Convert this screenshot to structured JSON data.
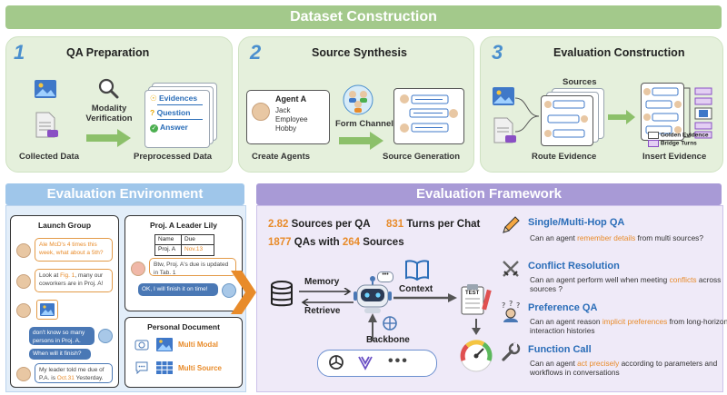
{
  "header": {
    "title": "Dataset Construction"
  },
  "qa_prep": {
    "num": "1",
    "title": "QA Preparation",
    "modality": "Modality\nVerification",
    "collected": "Collected Data",
    "preprocessed": "Preprocessed Data",
    "items": [
      "Evidences",
      "Question",
      "Answer"
    ]
  },
  "source_synth": {
    "num": "2",
    "title": "Source Synthesis",
    "agent_name": "Agent A",
    "agent_lines": [
      "Jack",
      "Employee",
      "Hobby"
    ],
    "form_channels": "Form Channels",
    "create_agents": "Create Agents",
    "source_generation": "Source Generation"
  },
  "eval_construct": {
    "num": "3",
    "title": "Evaluation Construction",
    "sources": "Sources",
    "route": "Route Evidence",
    "insert": "Insert Evidence",
    "legend_golden": "Golden Evidence",
    "legend_bridge": "Bridge Turns"
  },
  "env": {
    "title": "Evaluation Environment",
    "launch_group": "Launch Group",
    "msg1": "Ale McD's 4 times this week, what about a 5th?",
    "msg2_pre": "Look at ",
    "msg2_hl": "Fig. 1",
    "msg2_post": ", many our coworkers are in Proj. A!",
    "msg3": "don't know so many persons in Proj. A.",
    "msg4": "When will it finish?",
    "msg5_pre": "My leader told me due of P.A. is ",
    "msg5_hl": "Oct.31",
    "msg5_post": " Yesterday.",
    "leader_title": "Proj. A Leader Lily",
    "table_h1": "Name",
    "table_h2": "Due",
    "table_r1": "Proj. A",
    "table_r2": "Nov.13",
    "msg6": "Btw, Proj. A's due is updated in Tab. 1",
    "msg7": "OK, I will finish it on time!",
    "personal_title": "Personal Document",
    "multi_modal": "Multi Modal",
    "multi_source": "Multi Source"
  },
  "framework": {
    "title": "Evaluation Framework",
    "stats": {
      "s1_num": "2.82",
      "s1_txt": " Sources per QA",
      "s2_num": "831",
      "s2_txt": " Turns per Chat",
      "s3_num": "1877",
      "s3_txt": " QAs with ",
      "s4_num": "264",
      "s4_txt": " Sources"
    },
    "memory": "Memory",
    "retrieve": "Retrieve",
    "context": "Context",
    "backbone": "Backbone",
    "test": "TEST",
    "tasks": [
      {
        "title": "Single/Multi-Hop QA",
        "pre": "Can an agent ",
        "hl": "remember details",
        "post": " from multi sources?"
      },
      {
        "title": "Conflict Resolution",
        "pre": "Can an agent perform well when meeting ",
        "hl": "conflicts",
        "post": " across sources ?"
      },
      {
        "title": "Preference QA",
        "pre": "Can an agent reason ",
        "hl": "implicit preferences",
        "post": " from long-horizon interaction histories"
      },
      {
        "title": "Function Call",
        "pre": "Can an agent ",
        "hl": "act precisely",
        "post": " according to parameters and workflows in conversations"
      }
    ]
  },
  "colors": {
    "green": "#a3c98b",
    "blue": "#9fc6ea",
    "purple": "#a89ad6",
    "orange": "#e88b2a",
    "title_blue": "#2a6db8"
  }
}
